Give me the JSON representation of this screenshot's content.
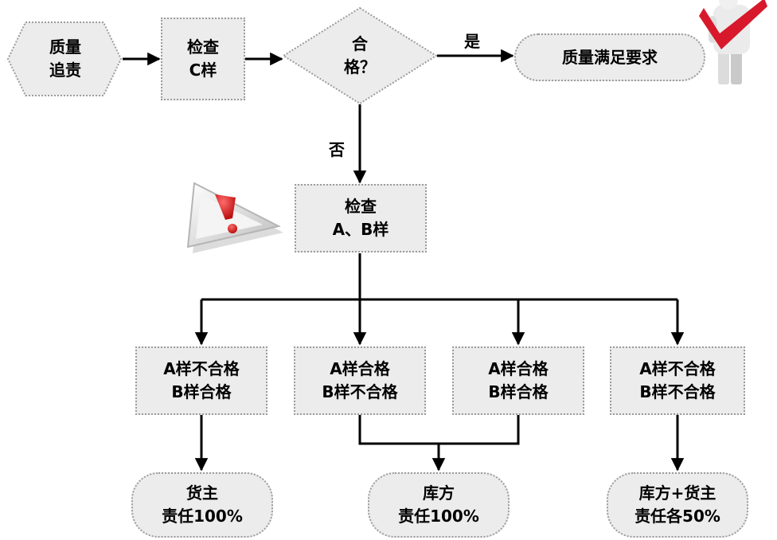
{
  "start": {
    "line1": "质量",
    "line2": "追责"
  },
  "check_c": {
    "line1": "检查",
    "line2": "C样"
  },
  "decision": {
    "line1": "合",
    "line2": "格？"
  },
  "yes_label": "是",
  "no_label": "否",
  "meets_quality": "质量满足要求",
  "check_ab": {
    "line1": "检查",
    "line2": "A、B样"
  },
  "cases": [
    {
      "line1": "A样不合格",
      "line2": "B样合格"
    },
    {
      "line1": "A样合格",
      "line2": "B样不合格"
    },
    {
      "line1": "A样合格",
      "line2": "B样合格"
    },
    {
      "line1": "A样不合格",
      "line2": "B样不合格"
    }
  ],
  "results": [
    {
      "line1": "货主",
      "line2": "责任100%"
    },
    {
      "line1": "库方",
      "line2": "责任100%"
    },
    {
      "line1": "库方+货主",
      "line2": "责任各50%"
    }
  ],
  "colors": {
    "box_fill": "#ececec",
    "box_border": "#9c9c9c",
    "check_red": "#d7192b",
    "warning_red": "#c81e1e"
  }
}
